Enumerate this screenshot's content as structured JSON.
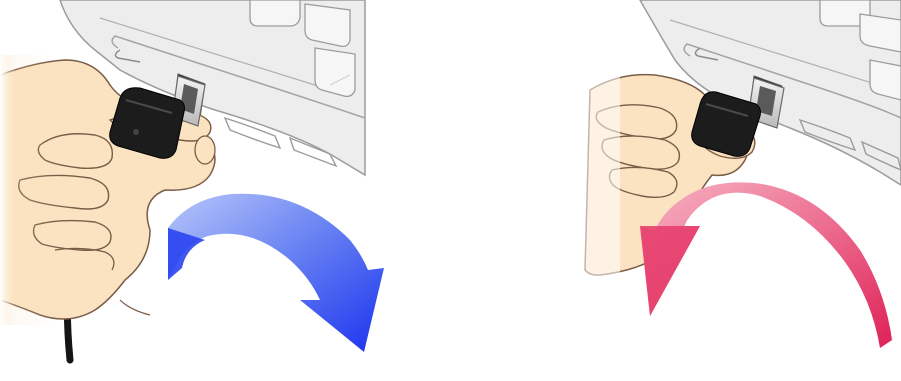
{
  "panels": [
    {
      "id": "left",
      "action": "insert",
      "arrow_direction": "clockwise",
      "arrow_color": "#1f3ff0",
      "arrow_color_light": "#8fa6f6"
    },
    {
      "id": "right",
      "action": "remove",
      "arrow_direction": "counter-clockwise",
      "arrow_color": "#e2285c",
      "arrow_color_light": "#f08aa4"
    }
  ],
  "colors": {
    "laptop_fill": "#ececec",
    "laptop_stroke": "#9a9a9a",
    "skin": "#fbe3c2",
    "skin_stroke": "#7a5c47",
    "connector_body": "#1c1c1c",
    "connector_metal": "#d9d9d9",
    "cable": "#151515"
  },
  "icons": [
    "usb-connector-icon",
    "hand-icon",
    "rotate-arrow-icon"
  ]
}
